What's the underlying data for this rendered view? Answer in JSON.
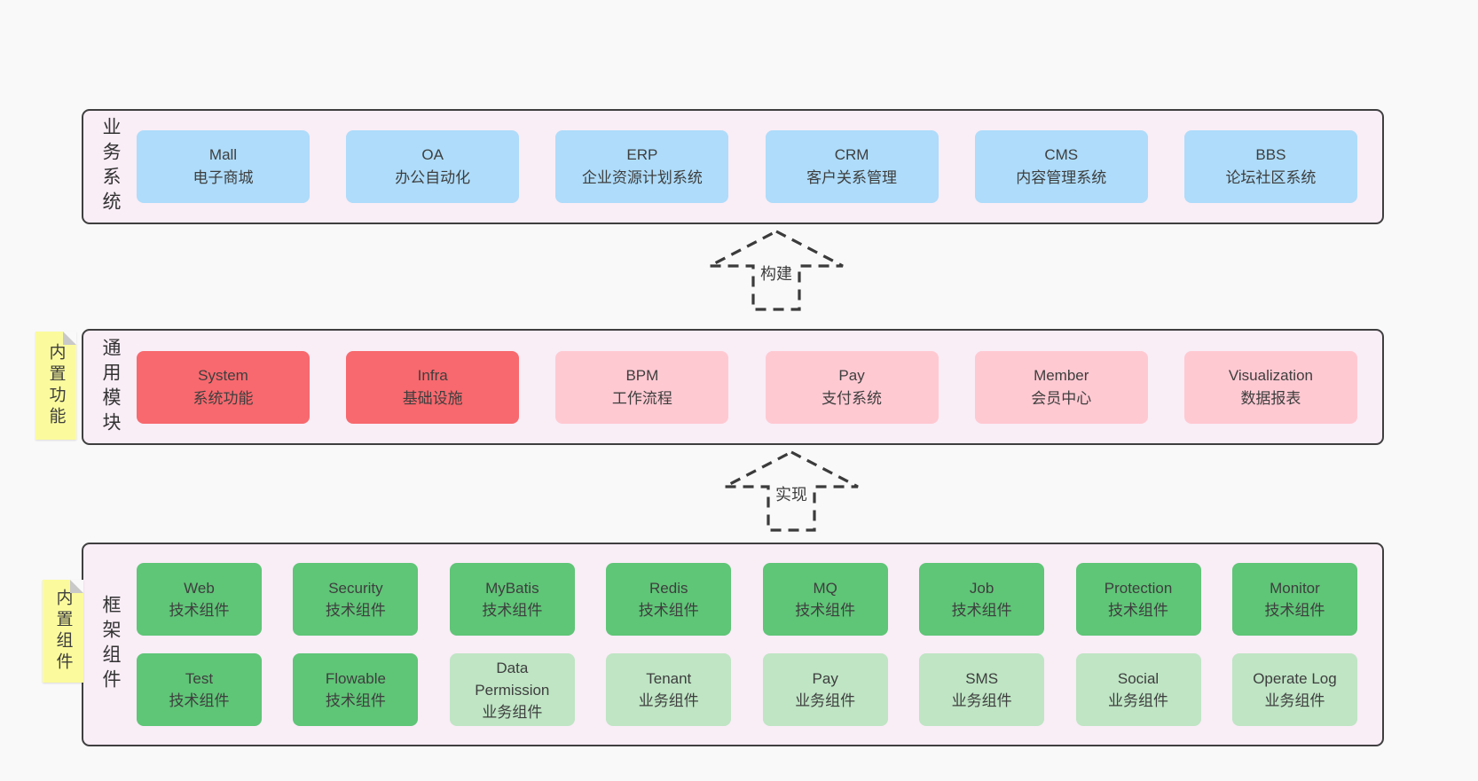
{
  "colors": {
    "page_bg": "#f9f9f9",
    "band_bg": "#f9edf6",
    "band_border": "#3f3f3f",
    "text": "#3e3e3e",
    "sticky_bg": "#fbfb9d",
    "sticky_fold": "#c9c9c9",
    "box": {
      "blue": "#aedcfa",
      "red": "#f7696e",
      "pink": "#ffc9d2",
      "green": "#5fc577",
      "green_light": "#bfe5c4"
    }
  },
  "arrows": [
    {
      "label": "构建"
    },
    {
      "label": "实现"
    }
  ],
  "bands": [
    {
      "label": "业务系统",
      "sticky": null,
      "rows": [
        [
          {
            "title": "Mall",
            "subtitle": "电子商城",
            "color": "blue"
          },
          {
            "title": "OA",
            "subtitle": "办公自动化",
            "color": "blue"
          },
          {
            "title": "ERP",
            "subtitle": "企业资源计划系统",
            "color": "blue"
          },
          {
            "title": "CRM",
            "subtitle": "客户关系管理",
            "color": "blue"
          },
          {
            "title": "CMS",
            "subtitle": "内容管理系统",
            "color": "blue"
          },
          {
            "title": "BBS",
            "subtitle": "论坛社区系统",
            "color": "blue"
          }
        ]
      ]
    },
    {
      "label": "通用模块",
      "sticky": "内置功能",
      "rows": [
        [
          {
            "title": "System",
            "subtitle": "系统功能",
            "color": "red"
          },
          {
            "title": "Infra",
            "subtitle": "基础设施",
            "color": "red"
          },
          {
            "title": "BPM",
            "subtitle": "工作流程",
            "color": "pink"
          },
          {
            "title": "Pay",
            "subtitle": "支付系统",
            "color": "pink"
          },
          {
            "title": "Member",
            "subtitle": "会员中心",
            "color": "pink"
          },
          {
            "title": "Visualization",
            "subtitle": "数据报表",
            "color": "pink"
          }
        ]
      ]
    },
    {
      "label": "框架组件",
      "sticky": "内置组件",
      "rows": [
        [
          {
            "title": "Web",
            "subtitle": "技术组件",
            "color": "green"
          },
          {
            "title": "Security",
            "subtitle": "技术组件",
            "color": "green"
          },
          {
            "title": "MyBatis",
            "subtitle": "技术组件",
            "color": "green"
          },
          {
            "title": "Redis",
            "subtitle": "技术组件",
            "color": "green"
          },
          {
            "title": "MQ",
            "subtitle": "技术组件",
            "color": "green"
          },
          {
            "title": "Job",
            "subtitle": "技术组件",
            "color": "green"
          },
          {
            "title": "Protection",
            "subtitle": "技术组件",
            "color": "green"
          },
          {
            "title": "Monitor",
            "subtitle": "技术组件",
            "color": "green"
          }
        ],
        [
          {
            "title": "Test",
            "subtitle": "技术组件",
            "color": "green"
          },
          {
            "title": "Flowable",
            "subtitle": "技术组件",
            "color": "green"
          },
          {
            "title": "Data Permission",
            "subtitle": "业务组件",
            "color": "green_light"
          },
          {
            "title": "Tenant",
            "subtitle": "业务组件",
            "color": "green_light"
          },
          {
            "title": "Pay",
            "subtitle": "业务组件",
            "color": "green_light"
          },
          {
            "title": "SMS",
            "subtitle": "业务组件",
            "color": "green_light"
          },
          {
            "title": "Social",
            "subtitle": "业务组件",
            "color": "green_light"
          },
          {
            "title": "Operate Log",
            "subtitle": "业务组件",
            "color": "green_light"
          }
        ]
      ]
    }
  ]
}
